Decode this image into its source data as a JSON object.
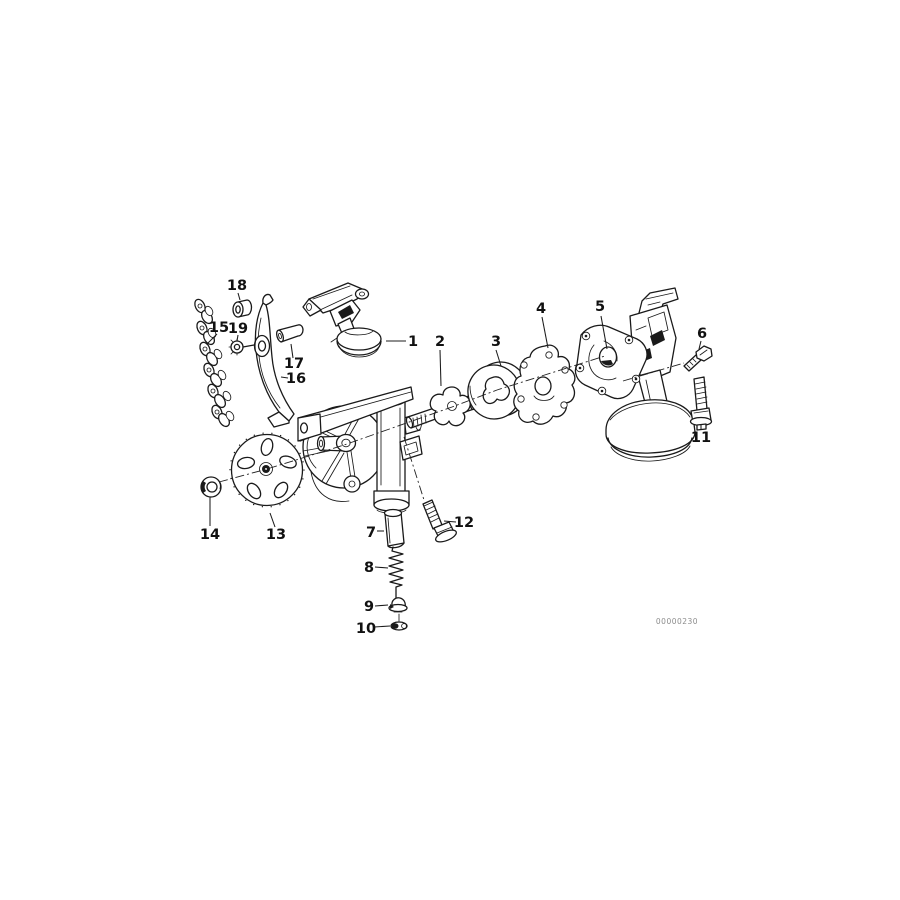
{
  "watermark": "00000230",
  "callouts": [
    "1",
    "2",
    "3",
    "4",
    "5",
    "6",
    "7",
    "8",
    "9",
    "10",
    "11",
    "12",
    "13",
    "14",
    "15",
    "16",
    "17",
    "18",
    "19"
  ],
  "colors": {
    "line": "#1a1a1a",
    "label": "#111111",
    "watermark": "#8c8c8c",
    "background": "#ffffff"
  }
}
